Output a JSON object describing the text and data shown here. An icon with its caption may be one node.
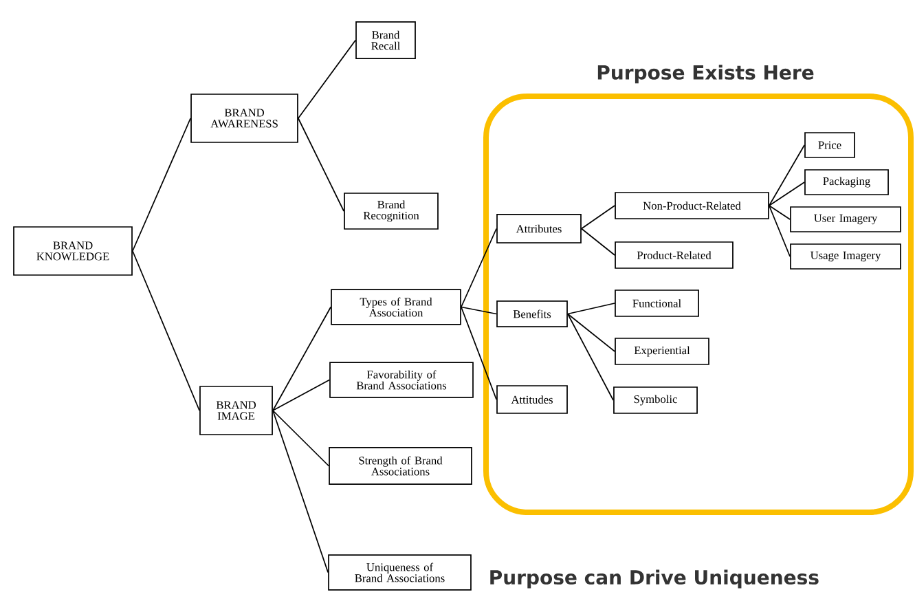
{
  "diagram": {
    "nodes": [
      {
        "text": [
          "BRAND KNOWLEDGE"
        ]
      },
      {
        "text": [
          "BRAND AWARENESS"
        ]
      },
      {
        "text": [
          "Brand Recall"
        ]
      },
      {
        "text": [
          "Brand Recognition"
        ]
      },
      {
        "text": [
          "BRAND IMAGE"
        ]
      },
      {
        "text": [
          "Types of Brand Association"
        ]
      },
      {
        "text": [
          "Favorability of Brand Associations"
        ]
      },
      {
        "text": [
          "Strength of Brand Associations"
        ]
      },
      {
        "text": [
          "Uniqueness of Brand Associations"
        ]
      },
      {
        "text": [
          "Purpose Exists Here"
        ]
      },
      {
        "text": [
          "Attributes"
        ],
        "in": 9
      },
      {
        "text": [
          "Benefits"
        ],
        "in": 9
      },
      {
        "text": [
          "Attitudes"
        ],
        "in": 9
      },
      {
        "text": [
          "Non-Product-Related"
        ],
        "in": 9
      },
      {
        "text": [
          "Product-Related"
        ],
        "in": 9
      },
      {
        "text": [
          "Functional"
        ],
        "in": 9
      },
      {
        "text": [
          "Experiential"
        ],
        "in": 9
      },
      {
        "text": [
          "Symbolic"
        ],
        "in": 9
      },
      {
        "text": [
          "Price"
        ],
        "in": 9
      },
      {
        "text": [
          "Packaging"
        ],
        "in": 9
      },
      {
        "text": [
          "User Imagery"
        ],
        "in": 9
      },
      {
        "text": [
          "Usage Imagery"
        ],
        "in": 9
      }
    ],
    "edges": [
      {
        "from": 0,
        "to": 1,
        "arrow": "none"
      },
      {
        "from": 0,
        "to": 4,
        "arrow": "none"
      },
      {
        "from": 1,
        "to": 2,
        "arrow": "none"
      },
      {
        "from": 1,
        "to": 3,
        "arrow": "none"
      },
      {
        "from": 4,
        "to": 5,
        "arrow": "none"
      },
      {
        "from": 4,
        "to": 6,
        "arrow": "none"
      },
      {
        "from": 4,
        "to": 7,
        "arrow": "none"
      },
      {
        "from": 4,
        "to": 8,
        "arrow": "none"
      },
      {
        "from": 5,
        "to": 10,
        "arrow": "none"
      },
      {
        "from": 5,
        "to": 11,
        "arrow": "none"
      },
      {
        "from": 5,
        "to": 12,
        "arrow": "none"
      },
      {
        "from": 10,
        "to": 13,
        "arrow": "none"
      },
      {
        "from": 10,
        "to": 14,
        "arrow": "none"
      },
      {
        "from": 11,
        "to": 15,
        "arrow": "none"
      },
      {
        "from": 11,
        "to": 16,
        "arrow": "none"
      },
      {
        "from": 11,
        "to": 17,
        "arrow": "none"
      },
      {
        "from": 13,
        "to": 18,
        "arrow": "none"
      },
      {
        "from": 13,
        "to": 19,
        "arrow": "none"
      },
      {
        "from": 13,
        "to": 20,
        "arrow": "none"
      },
      {
        "from": 13,
        "to": 21,
        "arrow": "none"
      }
    ],
    "labels": [
      "Purpose can Drive Uniqueness"
    ]
  }
}
